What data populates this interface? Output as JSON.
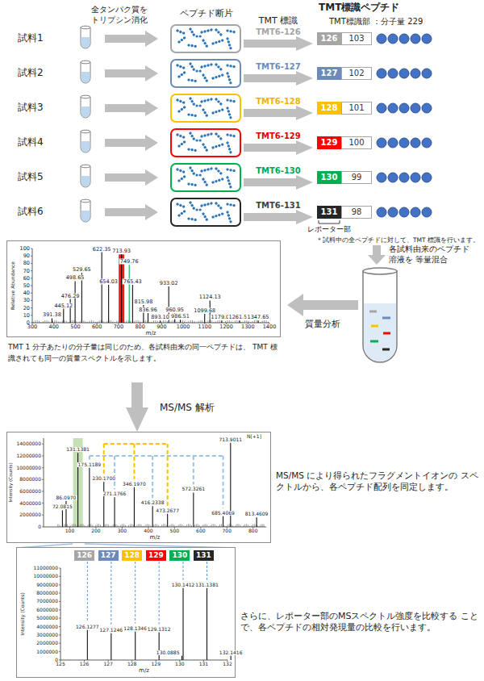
{
  "diagram": {
    "nodes": [
      {
        "text": [
          "126"
        ]
      },
      {
        "text": [
          "103"
        ]
      },
      {
        "text": [
          "127"
        ]
      },
      {
        "text": [
          "102"
        ]
      },
      {
        "text": [
          "128"
        ]
      },
      {
        "text": [
          "101"
        ]
      },
      {
        "text": [
          "129"
        ]
      },
      {
        "text": [
          "100"
        ]
      },
      {
        "text": [
          "130"
        ]
      },
      {
        "text": [
          "99"
        ]
      },
      {
        "text": [
          "131"
        ]
      },
      {
        "text": [
          "98"
        ]
      },
      {
        "text": [
          "Relative Abundance",
          "m/z",
          "0",
          "10",
          "20",
          "30",
          "40",
          "50",
          "60",
          "70",
          "80",
          "90",
          "100",
          "300",
          "400",
          "500",
          "600",
          "700",
          "800",
          "900",
          "1000",
          "1100",
          "1200",
          "1300",
          "1400",
          "391.38",
          "445.12",
          "476.29",
          "498.65",
          "529.65",
          "622.35",
          "654.03",
          "713.93",
          "749.76",
          "765.43",
          "815.98",
          "836.96",
          "893.10",
          "933.02",
          "960.95",
          "986.51",
          "1099.68",
          "1124.13",
          "1179.03",
          "1261.59",
          "1347.65",
          "TMT 1 分子あたりの分子量は同じのため、各試料由来の同一ペプチドは、 TMT 標識されても同一の質量スペクトルを示します。"
        ]
      },
      {
        "text": [
          "Intensity (Counts)",
          "m/z",
          "N[+1]",
          "0",
          "2000000",
          "4000000",
          "6000000",
          "8000000",
          "10000000",
          "12000000",
          "14000000",
          "100",
          "200",
          "300",
          "400",
          "500",
          "600",
          "700",
          "800",
          "72.0815",
          "86.0970",
          "131.1381",
          "175.1189",
          "230.1700",
          "271.1766",
          "346.1970",
          "416.2338",
          "473.2677",
          "572.3261",
          "685.4069",
          "713.9011",
          "813.4609"
        ]
      },
      {
        "text": [
          "Intensity (Counts)",
          "m/z",
          "0",
          "1000000",
          "2000000",
          "3000000",
          "4000000",
          "5000000",
          "6000000",
          "7000000",
          "8000000",
          "9000000",
          "10000000",
          "11000000",
          "125",
          "126",
          "127",
          "128",
          "129",
          "130",
          "131",
          "132",
          "126.1277",
          "127.1246",
          "128.1346",
          "129.1312",
          "130.0885",
          "130.1412",
          "131.1381",
          "132.1416"
        ]
      },
      {
        "text": [
          "126"
        ],
        "in": 14
      },
      {
        "text": [
          "127"
        ],
        "in": 14
      },
      {
        "text": [
          "128"
        ],
        "in": 14
      },
      {
        "text": [
          "129"
        ],
        "in": 14
      },
      {
        "text": [
          "130"
        ],
        "in": 14
      },
      {
        "text": [
          "131"
        ],
        "in": 14
      }
    ],
    "edges": [
      {
        "from": 12,
        "to": 13,
        "arrow": "to",
        "label": "MS/MS 解析"
      }
    ],
    "labels": [
      "全タンパク質を トリプシン消化",
      "ペプチド断片",
      "TMT 標識",
      "TMT標識ペプチド",
      "TMT標識部 ：分子量 229",
      "試料1",
      "試料2",
      "試料3",
      "試料4",
      "試料5",
      "試料6",
      "TMT6-126",
      "TMT6-127",
      "TMT6-128",
      "TMT6-129",
      "TMT6-130",
      "TMT6-131",
      "レポーター部",
      "＊試料中の全ペプチドに対して、TMT 標識を行います。",
      "各試料由来のペプチド 溶液を 等量混合",
      "質量分析",
      "MS/MS により得られたフラグメントイオンの スペクトルから、各ペプチド配列を同定します。",
      "さらに、レポーター部のMSスペクトル強度を比較する ことで、各ペプチドの相対発現量の比較を行います。"
    ]
  }
}
